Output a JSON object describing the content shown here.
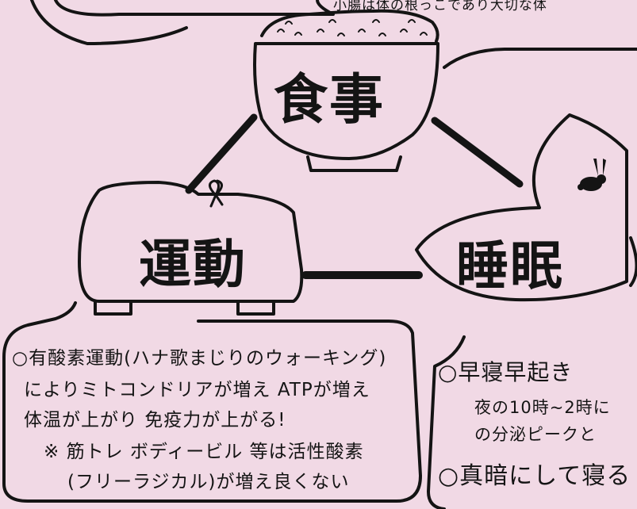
{
  "top_note": "小腸は体の根っこであり大切な体",
  "center_labels": {
    "meal": "食事",
    "exercise": "運動",
    "sleep": "睡眠"
  },
  "exercise_notes": {
    "line1": "○有酸素運動(ハナ歌まじりのウォーキング)",
    "line2": "によりミトコンドリアが増え ATPが増え",
    "line3": "体温が上がり 免疫力が上がる!",
    "line4": "※ 筋トレ ボディービル 等は活性酸素",
    "line5": "(フリーラジカル)が増え良くない"
  },
  "sleep_notes": {
    "line1": "○早寝早起き",
    "line2": "夜の10時~2時に",
    "line3": "の分泌ピークと",
    "line4": "○真暗にして寝る"
  },
  "icons": [
    "rice-bowl-icon",
    "ribbon-icon",
    "rabbit-icon"
  ]
}
